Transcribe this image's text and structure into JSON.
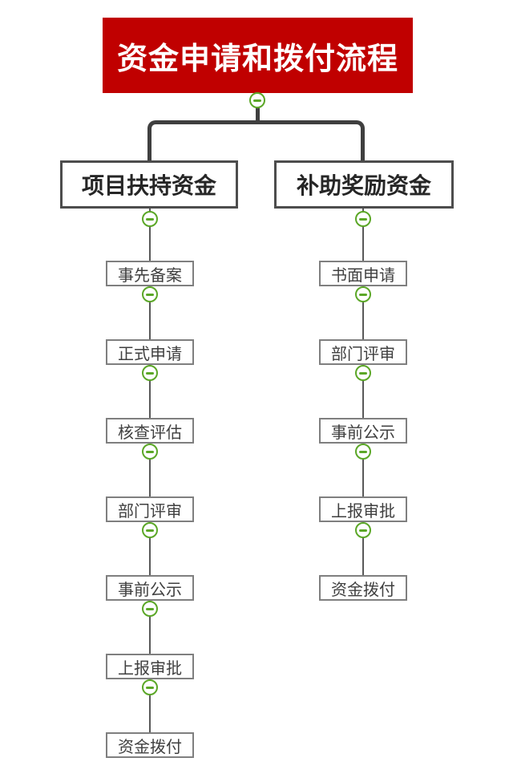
{
  "title": "资金申请和拨付流程",
  "root": {
    "label": "资金申请和拨付流程"
  },
  "branches": [
    {
      "label": "项目扶持资金",
      "nodes": [
        "事先备案",
        "正式申请",
        "核查评估",
        "部门评审",
        "事前公示",
        "上报审批",
        "资金拨付"
      ]
    },
    {
      "label": "补助奖励资金",
      "nodes": [
        "书面申请",
        "部门评审",
        "事前公示",
        "上报审批",
        "资金拨付"
      ]
    }
  ],
  "icons": {
    "collapse": "collapse-minus-icon"
  },
  "colors": {
    "background": "#ffffff",
    "root_bg": "#c00000",
    "root_text": "#ffffff",
    "header_border": "#4d4d4d",
    "header_text": "#262626",
    "node_border": "#7f7f7f",
    "node_text": "#3f3f3f",
    "connector_thick": "#3f3f3f",
    "connector_thin": "#595959",
    "collapse_green": "#5ba727"
  }
}
